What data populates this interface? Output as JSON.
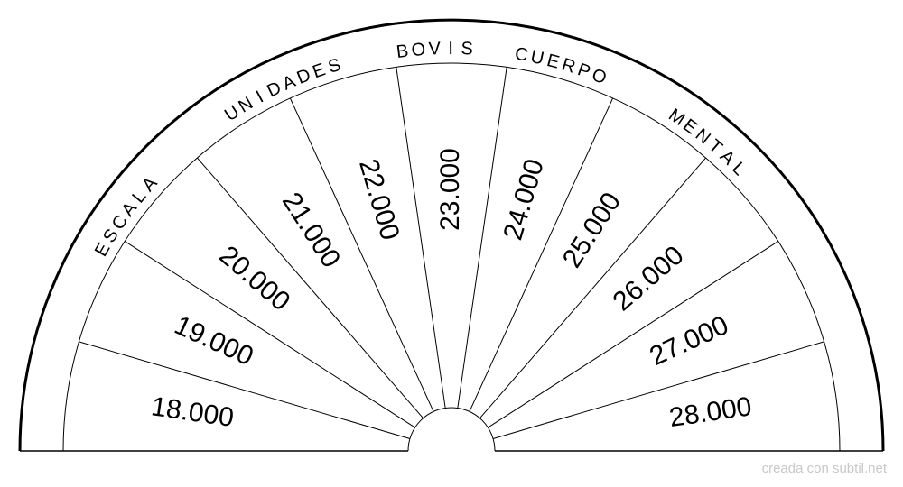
{
  "title": "ESCALA UNIDADES BOVIS CUERPO MENTAL",
  "title_parts": [
    {
      "text": "ESCALA",
      "angle": -60
    },
    {
      "text": "UNIDADES",
      "angle": -33
    },
    {
      "text": "BOVIS",
      "angle": -7
    },
    {
      "text": "CUERPO",
      "angle": 10
    },
    {
      "text": "MENTAL",
      "angle": 34
    }
  ],
  "sectors": [
    "18.000",
    "19.000",
    "20.000",
    "21.000",
    "22.000",
    "23.000",
    "24.000",
    "25.000",
    "26.000",
    "27.000",
    "28.000"
  ],
  "credit": "creada con subtil.net",
  "colors": {
    "line": "#000000",
    "background": "#ffffff",
    "credit": "#c8c8c8"
  }
}
